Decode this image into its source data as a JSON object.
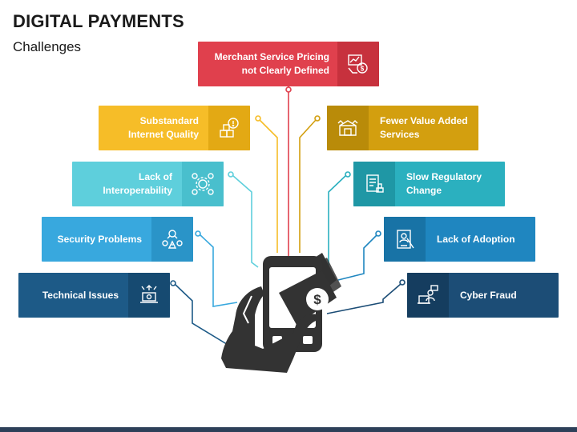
{
  "header": {
    "title": "DIGITAL PAYMENTS",
    "subtitle": "Challenges"
  },
  "items": {
    "merchant": {
      "label": "Merchant Service Pricing not Clearly Defined",
      "color": "#e0404d",
      "icon_color": "#c7313d",
      "icon": "pricing-chart-icon"
    },
    "internet": {
      "label": "Substandard Internet Quality",
      "color": "#f6bd28",
      "icon_color": "#e3a914",
      "icon": "warning-boxes-icon"
    },
    "fewer": {
      "label": "Fewer Value Added Services",
      "color": "#d39f0f",
      "icon_color": "#b98b09",
      "icon": "service-box-icon"
    },
    "interop": {
      "label": "Lack of Interoperability",
      "color": "#5ecfdc",
      "icon_color": "#49bfcd",
      "icon": "gears-icon"
    },
    "regulatory": {
      "label": "Slow Regulatory Change",
      "color": "#2bb0bf",
      "icon_color": "#1f97a5",
      "icon": "document-stamp-icon"
    },
    "security": {
      "label": "Security Problems",
      "color": "#38a8de",
      "icon_color": "#2a94c8",
      "icon": "security-network-icon"
    },
    "adoption": {
      "label": "Lack of Adoption",
      "color": "#1f86c0",
      "icon_color": "#1873a6",
      "icon": "user-card-icon"
    },
    "technical": {
      "label": "Technical Issues",
      "color": "#1d5a87",
      "icon_color": "#164a71",
      "icon": "laptop-tools-icon"
    },
    "cyber": {
      "label": "Cyber Fraud",
      "color": "#1c4d76",
      "icon_color": "#153d5f",
      "icon": "hacker-icon"
    }
  },
  "center_graphic": {
    "icon": "hand-phone-money-icon",
    "screen_symbol": "$",
    "color": "#333333"
  }
}
